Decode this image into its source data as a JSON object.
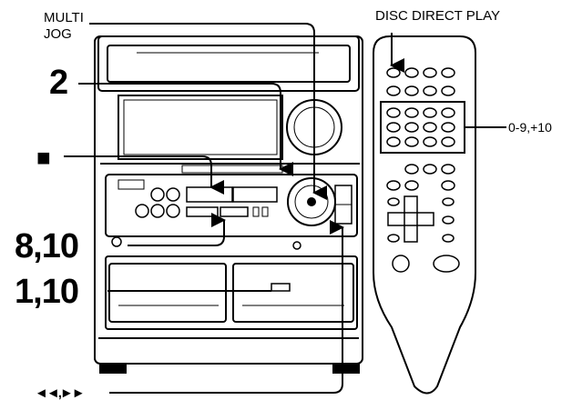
{
  "labels": {
    "multi": "MULTI",
    "jog": "JOG",
    "disc_direct_play": "DISC DIRECT PLAY",
    "two": "2",
    "stop_symbol": "■",
    "eight_ten": "8,10",
    "one_ten": "1,10",
    "zero_nine": "0-9,+10",
    "skip_symbols": "◄◄,►►"
  },
  "colors": {
    "ink": "#000000",
    "paper": "#ffffff",
    "shade": "#d8d8d8"
  }
}
